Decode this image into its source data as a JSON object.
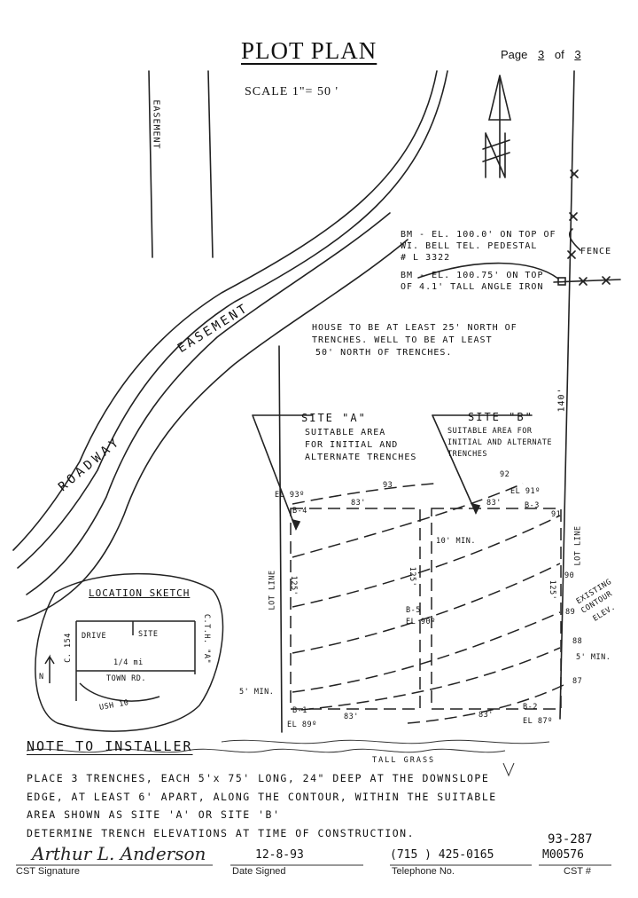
{
  "header": {
    "title": "PLOT PLAN",
    "page_label": "Page",
    "page_current": "3",
    "page_of": "of",
    "page_total": "3",
    "scale": "SCALE 1\"= 50 '"
  },
  "map": {
    "easement_vertical": "EASEMENT",
    "easement_diagonal": "EASEMENT",
    "roadway": "ROADWAY",
    "benchmark_1": [
      "BM - EL. 100.0' ON TOP OF",
      "WI. BELL TEL. PEDESTAL",
      "# L 3322"
    ],
    "benchmark_2": [
      "BM - EL. 100.75' ON TOP",
      "OF 4.1' TALL ANGLE IRON"
    ],
    "fence": "FENCE",
    "house_note": [
      "HOUSE TO BE AT LEAST 25' NORTH OF",
      "TRENCHES. WELL TO BE AT LEAST",
      "50' NORTH OF TRENCHES."
    ],
    "site_a_title": "SITE \"A\"",
    "site_a_desc": [
      "SUITABLE AREA",
      "FOR INITIAL AND",
      "ALTERNATE TRENCHES"
    ],
    "site_b_title": "SITE \"B\"",
    "site_b_desc": [
      "SUITABLE AREA FOR",
      "INITIAL AND ALTERNATE",
      "TRENCHES"
    ],
    "dim_140": "140'",
    "dim_83": "83'",
    "dim_125": "125'",
    "dim_10_min": "10' MIN.",
    "dim_5_min": "5' MIN.",
    "b3": "B-3",
    "b4": "B-4",
    "b5": "B-5",
    "b1": "B-1",
    "b2": "B-2",
    "el_93": "EL 93º",
    "el_91": "EL 91º",
    "el_90": "EL 90º",
    "el_89": "EL 89º",
    "el_87": "EL 87º",
    "contour_93": "93",
    "contour_92": "92",
    "contour_91": "91",
    "contour_90": "90",
    "contour_89": "89",
    "contour_88": "88",
    "contour_87": "87",
    "existing_contour": [
      "EXISTING",
      "CONTOUR",
      "ELEV."
    ],
    "lot_line": "LOT LINE",
    "tall_grass": "TALL GRASS"
  },
  "location_sketch": {
    "title": "LOCATION SKETCH",
    "drive": "DRIVE",
    "site": "SITE",
    "distance": "1/4 mi",
    "town_rd": "TOWN RD.",
    "hwy_10": "USH 10",
    "hwy_154": "C. 154",
    "hwy_a": "C.T.H. \"A\"",
    "north": "N"
  },
  "note": {
    "title": "NOTE TO INSTALLER",
    "lines": [
      "PLACE 3 TRENCHES, EACH 5'x 75' LONG, 24\" DEEP AT THE DOWNSLOPE",
      "EDGE, AT LEAST 6' APART, ALONG THE CONTOUR, WITHIN THE SUITABLE",
      "AREA SHOWN AS SITE 'A' OR SITE 'B'",
      "DETERMINE TRENCH ELEVATIONS AT TIME OF CONSTRUCTION."
    ]
  },
  "footer": {
    "file_number": "93-287",
    "signature_text": "Arthur L. Anderson",
    "signature_label": "CST Signature",
    "date_value": "12-8-93",
    "date_label": "Date Signed",
    "phone_value": "(715 ) 425-0165",
    "phone_label": "Telephone No.",
    "cst_value": "M00576",
    "cst_label": "CST #"
  }
}
